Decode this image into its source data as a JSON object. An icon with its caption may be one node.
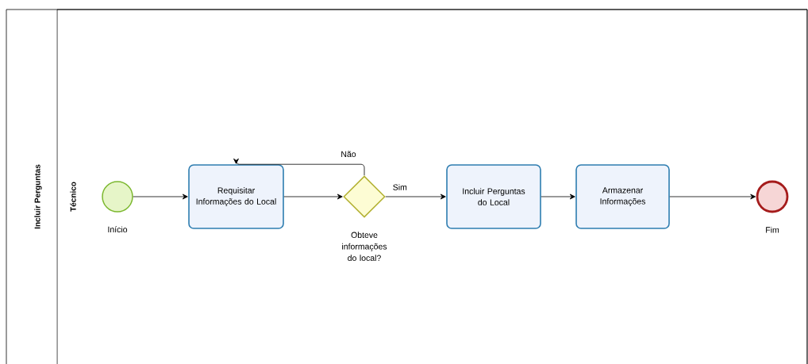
{
  "diagram": {
    "nodes": [
      {
        "text": [
          "Incluir Perguntas"
        ]
      },
      {
        "text": [
          "Técnico"
        ],
        "in": 0
      },
      {
        "text": [],
        "shape": "circle",
        "beside": [
          "Início"
        ],
        "in": 1
      },
      {
        "text": [
          "Requisitar Informações do Local"
        ],
        "in": 1
      },
      {
        "text": [],
        "shape": "diamond",
        "beside": [
          "Obteve informações do local?"
        ],
        "in": 1
      },
      {
        "text": [
          "Incluir Perguntas do Local"
        ],
        "in": 1
      },
      {
        "text": [
          "Armazenar Informações"
        ],
        "in": 1
      },
      {
        "text": [],
        "shape": "circle",
        "beside": [
          "Fim"
        ],
        "in": 1
      }
    ],
    "edges": [
      {
        "from": 2,
        "to": 3,
        "arrow": "to"
      },
      {
        "from": 3,
        "to": 4,
        "arrow": "to"
      },
      {
        "from": 4,
        "to": 3,
        "arrow": "to",
        "label": "Não"
      },
      {
        "from": 4,
        "to": 5,
        "arrow": "to",
        "label": "Sim"
      },
      {
        "from": 5,
        "to": 6,
        "arrow": "to"
      },
      {
        "from": 6,
        "to": 7,
        "arrow": "to"
      }
    ]
  }
}
